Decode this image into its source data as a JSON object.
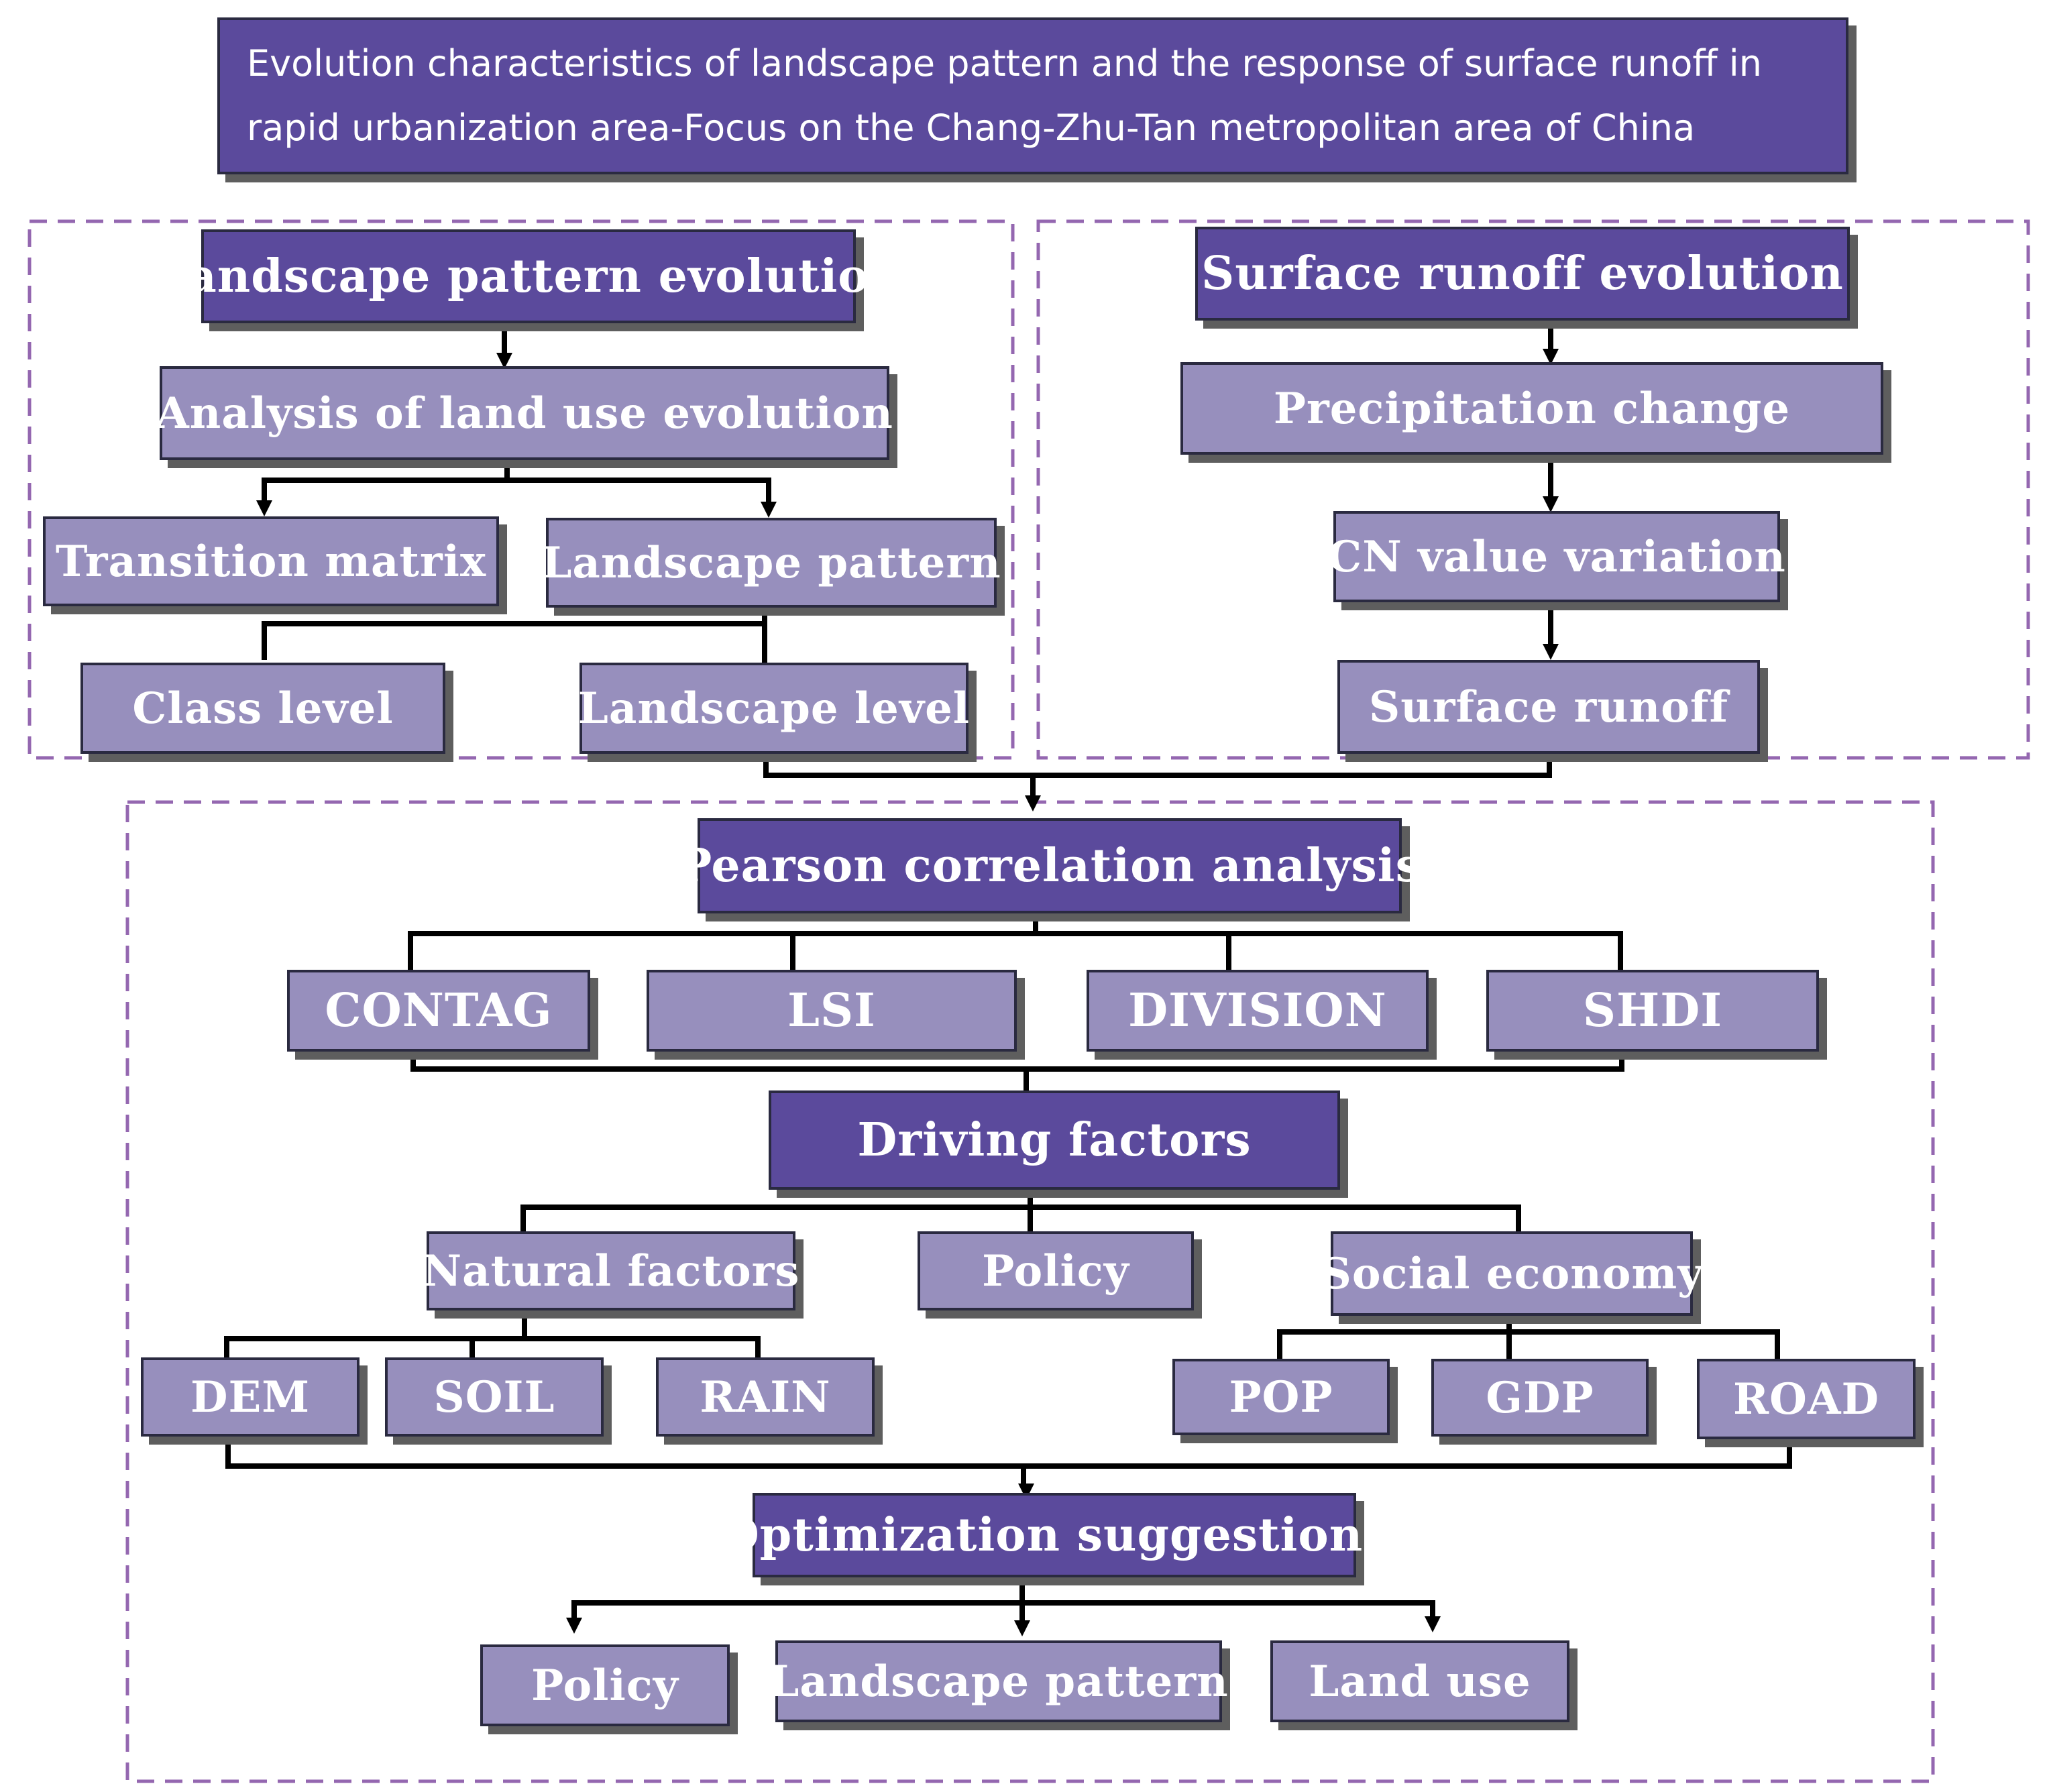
{
  "title": "Evolution characteristics of landscape pattern and the response of surface runoff in rapid urbanization area-Focus on the Chang-Zhu-Tan metropolitan area of China",
  "landscape_section": {
    "header": "Landscape pattern evolution",
    "analysis": "Analysis of land use evolution",
    "transition": "Transition matrix",
    "landscape_pattern": "Landscape pattern",
    "class_level": "Class level",
    "landscape_level": "Landscape level"
  },
  "runoff_section": {
    "header": "Surface runoff evolution",
    "precipitation": "Precipitation change",
    "cn_value": "CN value variation",
    "surface_runoff": "Surface runoff"
  },
  "analysis_section": {
    "pearson": "Pearson correlation analysis",
    "indices": [
      "CONTAG",
      "LSI",
      "DIVISION",
      "SHDI"
    ],
    "driving": "Driving factors",
    "natural": "Natural factors",
    "policy": "Policy",
    "social": "Social economy",
    "natural_items": [
      "DEM",
      "SOIL",
      "RAIN"
    ],
    "social_items": [
      "POP",
      "GDP",
      "ROAD"
    ],
    "optimization": "Optimization suggestions",
    "suggestions": [
      "Policy",
      "Landscape pattern",
      "Land use"
    ]
  },
  "colors": {
    "dark_box": "#5b4a9c",
    "light_box": "#978fbd",
    "dashed_border": "#9467b0",
    "shadow": "#5e5e5e"
  }
}
